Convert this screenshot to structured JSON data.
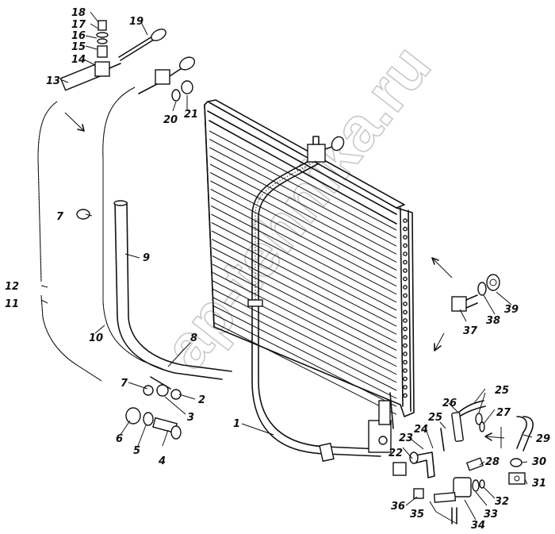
{
  "watermark": "ap-tehnika.ru",
  "callouts": [
    {
      "id": "c1",
      "text": "1"
    },
    {
      "id": "c2",
      "text": "2"
    },
    {
      "id": "c3",
      "text": "3"
    },
    {
      "id": "c4",
      "text": "4"
    },
    {
      "id": "c5",
      "text": "5"
    },
    {
      "id": "c6",
      "text": "6"
    },
    {
      "id": "c7a",
      "text": "7"
    },
    {
      "id": "c7b",
      "text": "7"
    },
    {
      "id": "c8",
      "text": "8"
    },
    {
      "id": "c9",
      "text": "9"
    },
    {
      "id": "c10",
      "text": "10"
    },
    {
      "id": "c11",
      "text": "11"
    },
    {
      "id": "c12",
      "text": "12"
    },
    {
      "id": "c13",
      "text": "13"
    },
    {
      "id": "c14",
      "text": "14"
    },
    {
      "id": "c15",
      "text": "15"
    },
    {
      "id": "c16",
      "text": "16"
    },
    {
      "id": "c17",
      "text": "17"
    },
    {
      "id": "c18",
      "text": "18"
    },
    {
      "id": "c19",
      "text": "19"
    },
    {
      "id": "c20",
      "text": "20"
    },
    {
      "id": "c21",
      "text": "21"
    },
    {
      "id": "c22",
      "text": "22"
    },
    {
      "id": "c23",
      "text": "23"
    },
    {
      "id": "c24",
      "text": "24"
    },
    {
      "id": "c25a",
      "text": "25"
    },
    {
      "id": "c25b",
      "text": "25"
    },
    {
      "id": "c26",
      "text": "26"
    },
    {
      "id": "c27",
      "text": "27"
    },
    {
      "id": "c28",
      "text": "28"
    },
    {
      "id": "c29",
      "text": "29"
    },
    {
      "id": "c30",
      "text": "30"
    },
    {
      "id": "c31",
      "text": "31"
    },
    {
      "id": "c32",
      "text": "32"
    },
    {
      "id": "c33",
      "text": "33"
    },
    {
      "id": "c34",
      "text": "34"
    },
    {
      "id": "c35",
      "text": "35"
    },
    {
      "id": "c36",
      "text": "36"
    },
    {
      "id": "c37",
      "text": "37"
    },
    {
      "id": "c38",
      "text": "38"
    },
    {
      "id": "c39",
      "text": "39"
    }
  ]
}
